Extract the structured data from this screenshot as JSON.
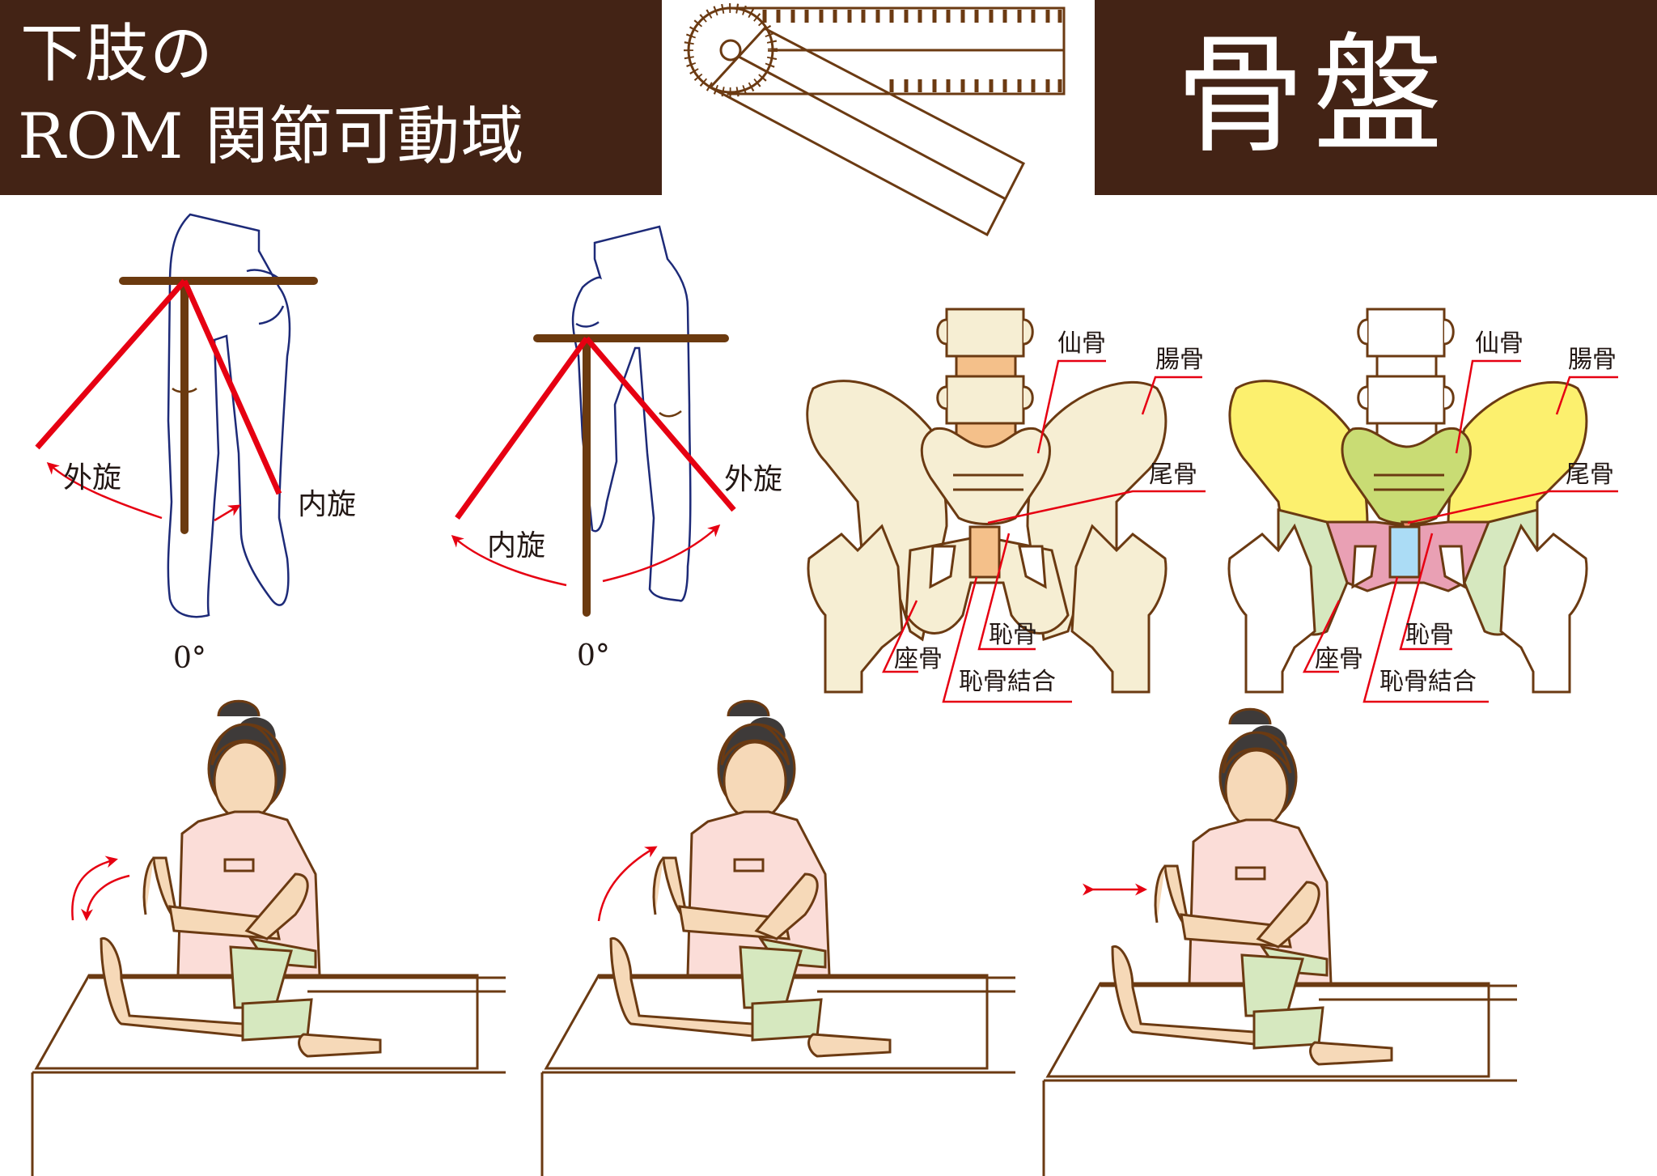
{
  "header": {
    "title_line1": "下肢の",
    "title_line2": "ROM 関節可動域",
    "right_title": "骨盤",
    "banner_color": "#432315"
  },
  "goniometer": {
    "icon": "goniometer-icon",
    "stroke_color": "#6b3a12"
  },
  "rotation_diagrams": [
    {
      "view": "sitting-hip-rotation-left",
      "labels": {
        "external": "外旋",
        "internal": "内旋",
        "zero": "0°"
      }
    },
    {
      "view": "sitting-hip-rotation-right",
      "labels": {
        "internal": "内旋",
        "external": "外旋",
        "zero": "0°"
      }
    }
  ],
  "pelvis_diagrams": [
    {
      "style": "beige",
      "labels": {
        "sacrum": "仙骨",
        "ilium": "腸骨",
        "coccyx": "尾骨",
        "ischium": "座骨",
        "pubis": "恥骨",
        "pubic_symphysis": "恥骨結合"
      },
      "colors": {
        "bone": "#f6eed3",
        "disc": "#f4c08a",
        "outline": "#6b3a12",
        "leader": "#e60012"
      }
    },
    {
      "style": "colored",
      "labels": {
        "sacrum": "仙骨",
        "ilium": "腸骨",
        "coccyx": "尾骨",
        "ischium": "座骨",
        "pubis": "恥骨",
        "pubic_symphysis": "恥骨結合"
      },
      "colors": {
        "ilium": "#fcf06e",
        "sacrum": "#c9dc74",
        "ischium": "#d6e8bf",
        "pubis": "#e9a0b4",
        "symphysis": "#abdcf5",
        "coccyx": "#f09070"
      }
    }
  ],
  "exam_scenes": [
    {
      "motion": "rotation-arc-double",
      "arrow": "double-curved-arrow"
    },
    {
      "motion": "flexion-arc",
      "arrow": "curved-arrow"
    },
    {
      "motion": "horizontal",
      "arrow": "double-horizontal-arrow"
    }
  ],
  "colors": {
    "leg_outline": "#1d2a78",
    "goniometer_arm": "#6b3a0f",
    "angle_line": "#e60012",
    "skin": "#f6d9b8",
    "uniform": "#fbddd8",
    "shorts": "#d6e8bf",
    "hair": "#3e3a39"
  }
}
